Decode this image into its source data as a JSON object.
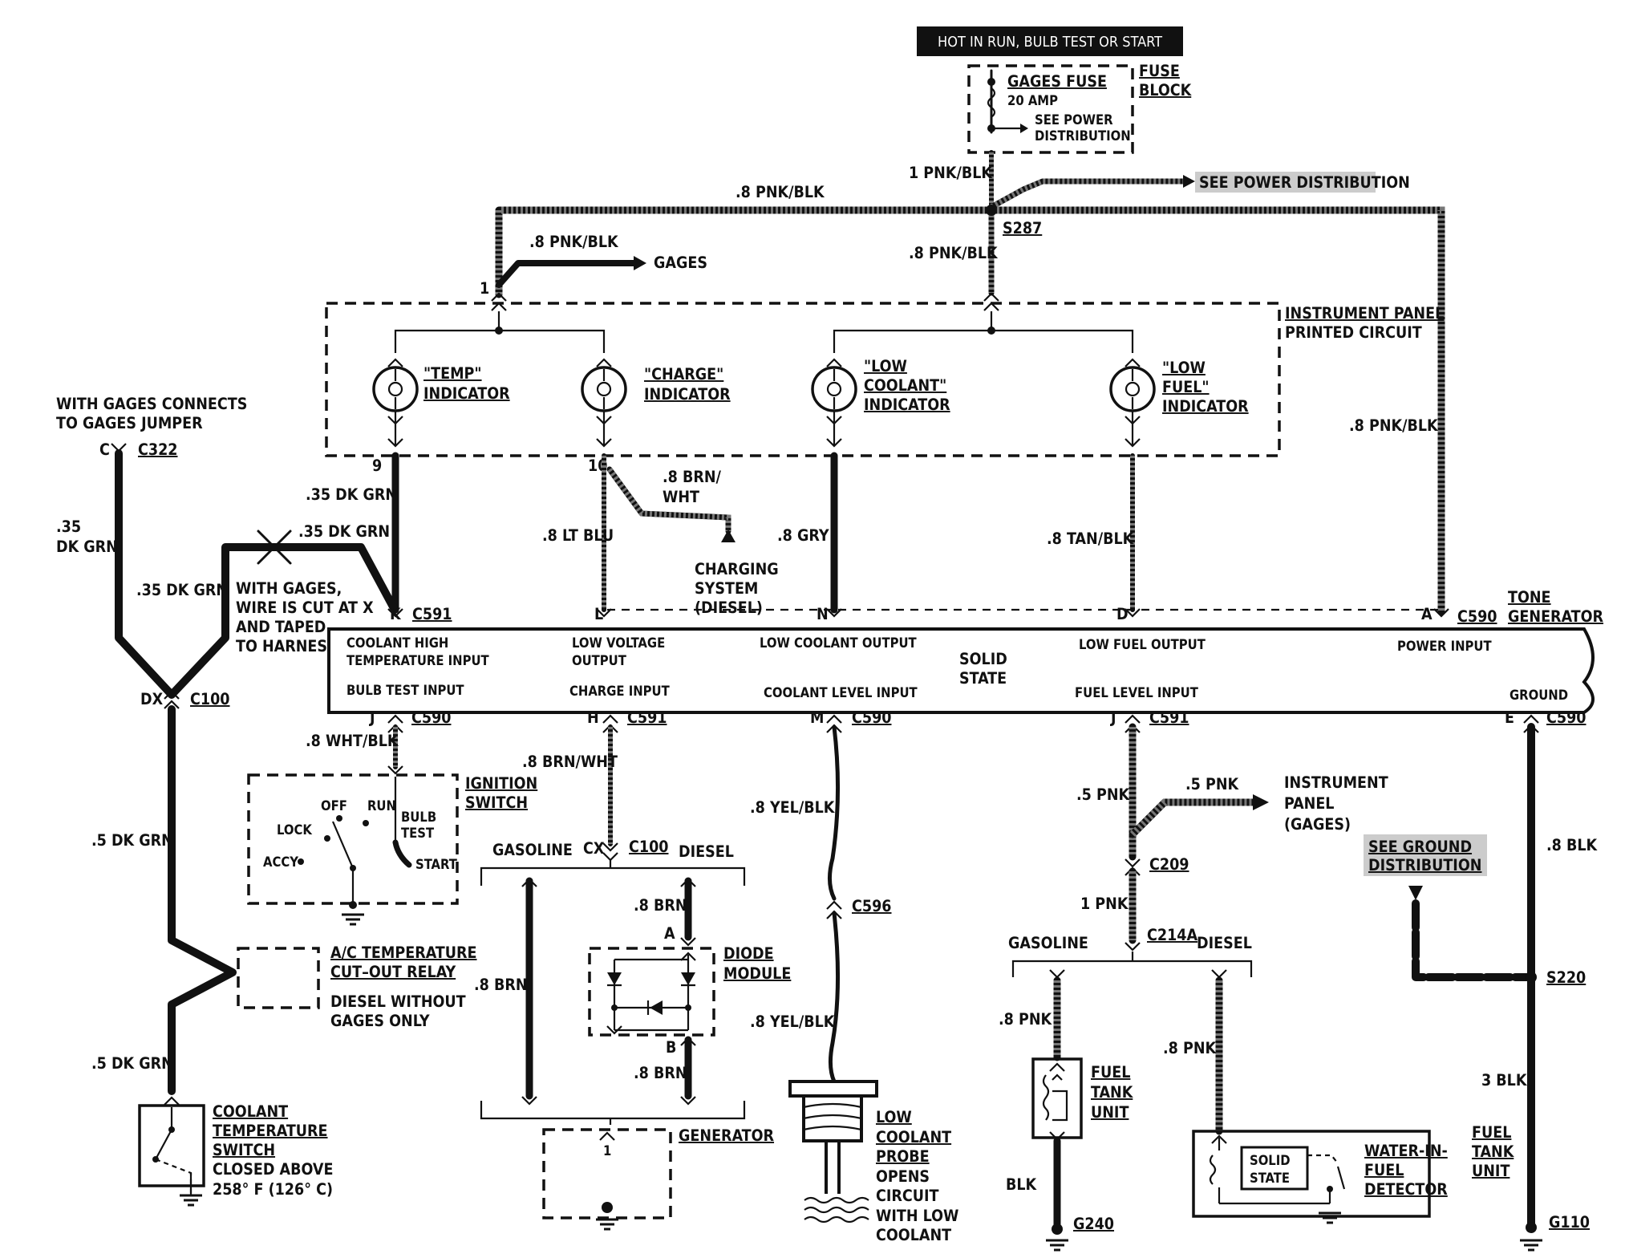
{
  "header": {
    "hot_label": "HOT IN RUN, BULB TEST OR START"
  },
  "fuse_block": {
    "fuse_name": "GAGES FUSE",
    "rating": "20 AMP",
    "see_power_1": "SEE POWER",
    "see_power_2": "DISTRIBUTION",
    "block_1": "FUSE",
    "block_2": "BLOCK"
  },
  "power": {
    "w_fuse_out": "1 PNK/BLK",
    "w_top_left": ".8 PNK/BLK",
    "w_gages": ".8 PNK/BLK",
    "gages": "GAGES",
    "w_center": ".8 PNK/BLK",
    "splice": "S287",
    "see_power_dist": "SEE POWER DISTRIBUTION",
    "w_right": ".8 PNK/BLK"
  },
  "instrument_panel": {
    "title_1": "INSTRUMENT PANEL",
    "title_2": "PRINTED CIRCUIT",
    "pin_1": "1",
    "temp_1": "\"TEMP\"",
    "temp_2": "INDICATOR",
    "charge_1": "\"CHARGE\"",
    "charge_2": "INDICATOR",
    "lowcool_1": "\"LOW",
    "lowcool_2": "COOLANT\"",
    "lowcool_3": "INDICATOR",
    "lowfuel_1": "\"LOW",
    "lowfuel_2": "FUEL\"",
    "lowfuel_3": "INDICATOR",
    "pin_9": "9",
    "pin_10": "10"
  },
  "left_wiring": {
    "gages_note_1": "WITH GAGES CONNECTS",
    "gages_note_2": "TO GAGES JUMPER",
    "c322_pin": "C",
    "c322": "C322",
    "w_35_1": ".35",
    "w_35_2": "DK GRN",
    "w_35_mid": ".35 DK GRN",
    "w_35_cut": ".35 DK GRN",
    "w_35_temp": ".35 DK GRN",
    "cut_note_1": "WITH GAGES,",
    "cut_note_2": "WIRE IS CUT AT X",
    "cut_note_3": "AND TAPED",
    "cut_note_4": "TO HARNESS",
    "dx": "DX",
    "c100": "C100",
    "w_5_1": ".5 DK GRN",
    "relay_1": "A/C TEMPERATURE",
    "relay_2": "CUT–OUT RELAY",
    "relay_3": "DIESEL WITHOUT",
    "relay_4": "GAGES ONLY",
    "w_5_2": ".5 DK GRN",
    "cts_1": "COOLANT",
    "cts_2": "TEMPERATURE",
    "cts_3": "SWITCH",
    "cts_4": "CLOSED ABOVE",
    "cts_5": "258° F (126° C)"
  },
  "upper_wires": {
    "w_ltblu": ".8 LT BLU",
    "w_brnwht_1": ".8 BRN/",
    "w_brnwht_2": "WHT",
    "charging_1": "CHARGING",
    "charging_2": "SYSTEM",
    "charging_3": "(DIESEL)",
    "w_gry": ".8 GRY",
    "w_tanblk": ".8 TAN/BLK"
  },
  "tone_generator": {
    "pin_k": "K",
    "c591_k": "C591",
    "pin_l": "L",
    "pin_n": "N",
    "pin_d": "D",
    "pin_a": "A",
    "c590_a": "C590",
    "title_1": "TONE",
    "title_2": "GENERATOR",
    "in_coolant_1": "COOLANT HIGH",
    "in_coolant_2": "TEMPERATURE INPUT",
    "out_lowvolt_1": "LOW VOLTAGE",
    "out_lowvolt_2": "OUTPUT",
    "out_lowcool": "LOW COOLANT OUTPUT",
    "solid_1": "SOLID",
    "solid_2": "STATE",
    "out_lowfuel": "LOW FUEL OUTPUT",
    "in_power": "POWER INPUT",
    "in_bulb": "BULB TEST INPUT",
    "in_charge": "CHARGE INPUT",
    "in_coolant_level": "COOLANT LEVEL INPUT",
    "in_fuel_level": "FUEL LEVEL INPUT",
    "ground": "GROUND"
  },
  "ignition": {
    "pin": "J",
    "conn": "C590",
    "wire": ".8 WHT/BLK",
    "title_1": "IGNITION",
    "title_2": "SWITCH",
    "off": "OFF",
    "run": "RUN",
    "lock": "LOCK",
    "bulb_1": "BULB",
    "bulb_2": "TEST",
    "accy": "ACCY",
    "start": "START"
  },
  "charge_circuit": {
    "pin_h": "H",
    "c591_h": "C591",
    "wire_top": ".8 BRN/WHT",
    "gasoline": "GASOLINE",
    "cx": "CX",
    "c100": "C100",
    "diesel": "DIESEL",
    "w_brn_1": ".8 BRN",
    "pin_a": "A",
    "diode_1": "DIODE",
    "diode_2": "MODULE",
    "w_brn_left": ".8 BRN",
    "pin_b": "B",
    "w_brn_2": ".8 BRN",
    "gen_pin": "1",
    "generator": "GENERATOR"
  },
  "coolant_level": {
    "pin_m": "M",
    "c590_m": "C590",
    "w_yelblk_1": ".8 YEL/BLK",
    "c596": "C596",
    "w_yelblk_2": ".8 YEL/BLK",
    "probe_1": "LOW",
    "probe_2": "COOLANT",
    "probe_3": "PROBE",
    "probe_4": "OPENS",
    "probe_5": "CIRCUIT",
    "probe_6": "WITH LOW",
    "probe_7": "COOLANT"
  },
  "fuel_circuit": {
    "pin_j": "J",
    "c591_j": "C591",
    "w_5pnk": ".5 PNK",
    "w_5pnk_2": ".5 PNK",
    "ip_1": "INSTRUMENT",
    "ip_2": "PANEL",
    "ip_3": "(GAGES)",
    "c209": "C209",
    "w_1pnk": "1 PNK",
    "c214a": "C214A",
    "gasoline": "GASOLINE",
    "diesel": "DIESEL",
    "w_8pnk_g": ".8 PNK",
    "w_8pnk_d": ".8 PNK",
    "ftu_1": "FUEL",
    "ftu_2": "TANK",
    "ftu_3": "UNIT",
    "blk": "BLK",
    "g240": "G240",
    "solid_1": "SOLID",
    "solid_2": "STATE",
    "wif_1": "WATER-IN-",
    "wif_2": "FUEL",
    "wif_3": "DETECTOR",
    "ftu_d_1": "FUEL",
    "ftu_d_2": "TANK",
    "ftu_d_3": "UNIT"
  },
  "ground_circuit": {
    "pin_e": "E",
    "c590_e": "C590",
    "see_ground_1": "SEE GROUND",
    "see_ground_2": "DISTRIBUTION",
    "w_8blk": ".8 BLK",
    "s220": "S220",
    "w_3blk": "3 BLK",
    "g110": "G110"
  }
}
